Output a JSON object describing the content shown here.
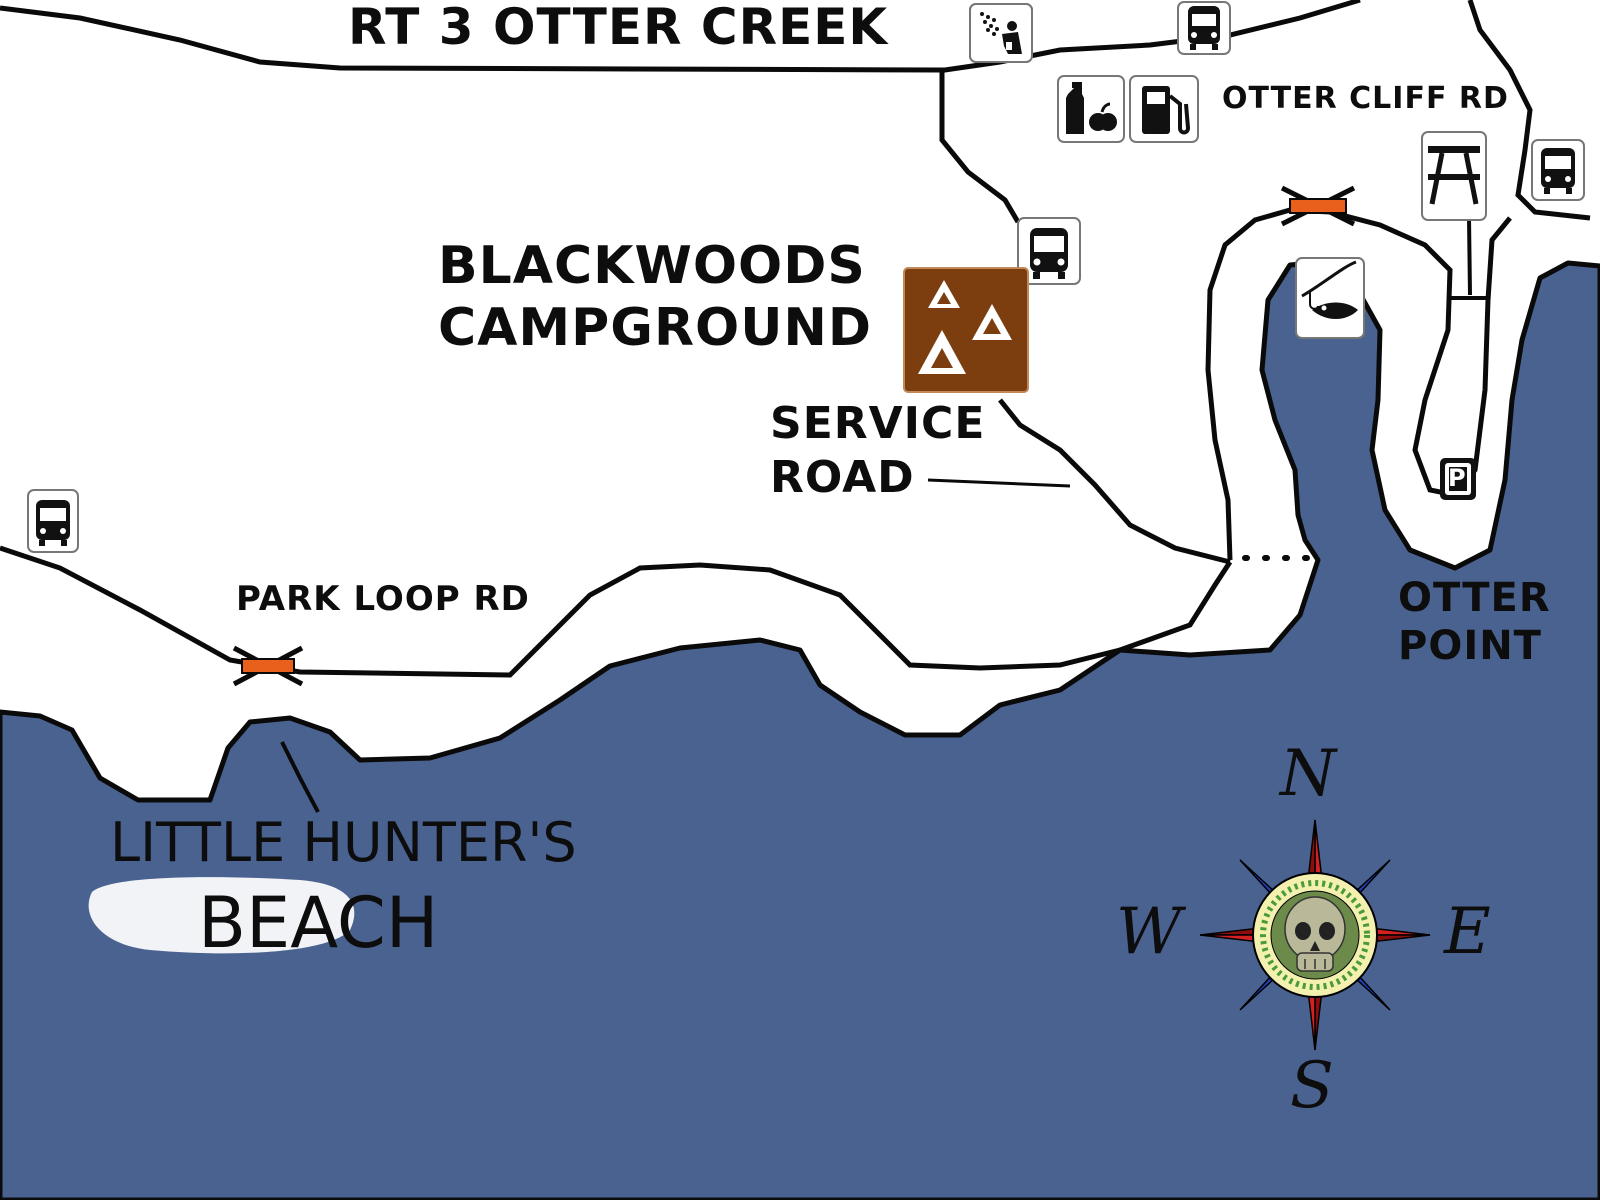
{
  "labels": {
    "rt3": "RT 3 OTTER CREEK",
    "otter_cliff": "OTTER CLIFF RD",
    "campground_line1": "BLACKWOODS",
    "campground_line2": "CAMPGROUND",
    "service_line1": "SERVICE",
    "service_line2": "ROAD",
    "park_loop": "PARK LOOP RD",
    "otter_point_line1": "OTTER",
    "otter_point_line2": "POINT",
    "beach_line1": "LITTLE HUNTER'S",
    "beach_line2": "BEACH",
    "parking_letter": "P"
  },
  "compass": {
    "n": "N",
    "s": "S",
    "e": "E",
    "w": "W"
  },
  "icons": {
    "shower": "shower-icon",
    "bus": "bus-icon",
    "groceries": "groceries-icon",
    "fuel": "fuel-pump-icon",
    "picnic": "picnic-table-icon",
    "campground": "campground-tent-icon",
    "fishing": "fishing-icon",
    "parking": "parking-icon",
    "gate": "road-gate-icon",
    "compass": "compass-rose-icon",
    "skull": "skull-icon"
  },
  "colors": {
    "water": "#4a6290",
    "land": "#ffffff",
    "road_line": "#0a0a0a",
    "gate_orange": "#e8601c",
    "campground_brown": "#7c3e0f",
    "compass_red": "#d32020",
    "compass_blue": "#1f3fbf"
  }
}
